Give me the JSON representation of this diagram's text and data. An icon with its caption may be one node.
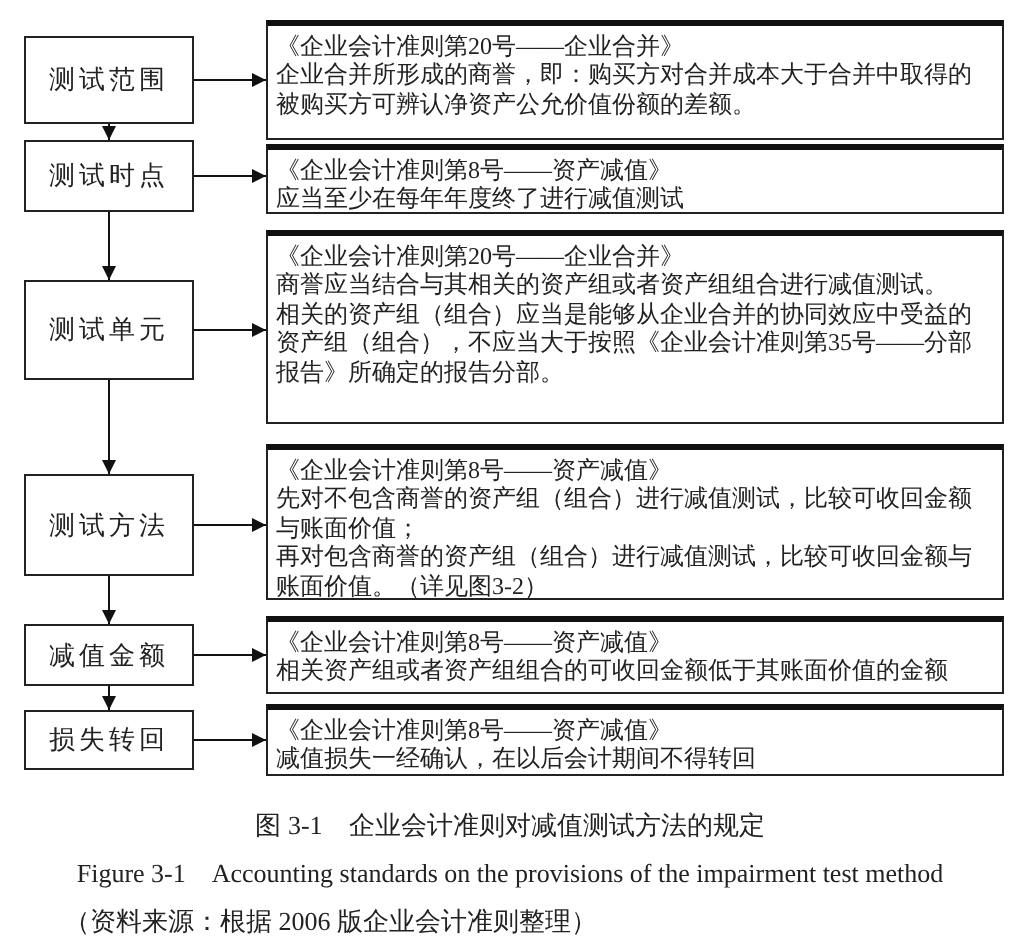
{
  "diagram": {
    "caption": "图 3-1　企业会计准则对减值测试方法的规定",
    "nodes": [
      {
        "text": [
          "测试范围"
        ]
      },
      {
        "text": [
          "《企业会计准则第20号——企业合并》",
          "企业合并所形成的商誉，即：购买方对合并成本大于合并中取得的被购买方可辨认净资产公允价值份额的差额。"
        ]
      },
      {
        "text": [
          "测试时点"
        ]
      },
      {
        "text": [
          "《企业会计准则第8号——资产减值》",
          "应当至少在每年年度终了进行减值测试"
        ]
      },
      {
        "text": [
          "测试单元"
        ]
      },
      {
        "text": [
          "《企业会计准则第20号——企业合并》",
          "商誉应当结合与其相关的资产组或者资产组组合进行减值测试。",
          "相关的资产组（组合）应当是能够从企业合并的协同效应中受益的资产组（组合），不应当大于按照《企业会计准则第35号——分部报告》所确定的报告分部。"
        ]
      },
      {
        "text": [
          "测试方法"
        ]
      },
      {
        "text": [
          "《企业会计准则第8号——资产减值》",
          "先对不包含商誉的资产组（组合）进行减值测试，比较可收回金额与账面价值；",
          "再对包含商誉的资产组（组合）进行减值测试，比较可收回金额与账面价值。（详见图3-2）"
        ]
      },
      {
        "text": [
          "减值金额"
        ]
      },
      {
        "text": [
          "《企业会计准则第8号——资产减值》",
          "相关资产组或者资产组组合的可收回金额低于其账面价值的金额"
        ]
      },
      {
        "text": [
          "损失转回"
        ]
      },
      {
        "text": [
          "《企业会计准则第8号——资产减值》",
          "减值损失一经确认，在以后会计期间不得转回"
        ]
      }
    ],
    "edges": [
      {
        "from": 0,
        "to": 1,
        "arrow": "to"
      },
      {
        "from": 0,
        "to": 2,
        "arrow": "to"
      },
      {
        "from": 2,
        "to": 3,
        "arrow": "to"
      },
      {
        "from": 2,
        "to": 4,
        "arrow": "to"
      },
      {
        "from": 4,
        "to": 5,
        "arrow": "to"
      },
      {
        "from": 4,
        "to": 6,
        "arrow": "to"
      },
      {
        "from": 6,
        "to": 7,
        "arrow": "to"
      },
      {
        "from": 6,
        "to": 8,
        "arrow": "to"
      },
      {
        "from": 8,
        "to": 9,
        "arrow": "to"
      },
      {
        "from": 8,
        "to": 10,
        "arrow": "to"
      },
      {
        "from": 10,
        "to": 11,
        "arrow": "to"
      }
    ],
    "labels": [
      "Figure 3-1　Accounting standards on the provisions of the impairment test method",
      "（资料来源：根据 2006 版企业会计准则整理）"
    ]
  }
}
